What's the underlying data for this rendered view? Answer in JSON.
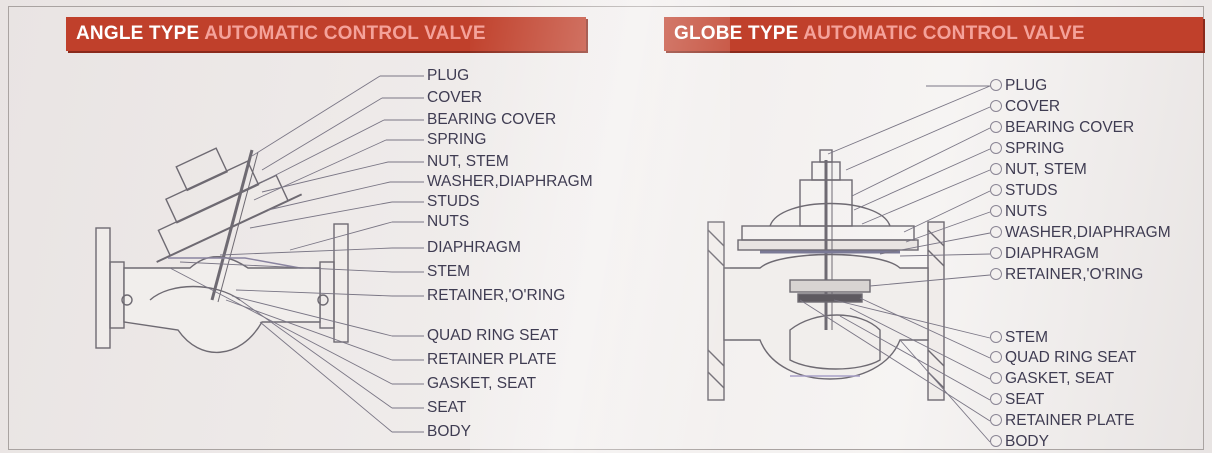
{
  "left": {
    "title_part1": "ANGLE  TYPE ",
    "title_part2": "AUTOMATIC CONTROL VALVE",
    "labels": [
      "PLUG",
      "COVER",
      "BEARING COVER",
      "SPRING",
      "NUT, STEM",
      "WASHER,DIAPHRAGM",
      "STUDS",
      "NUTS",
      "DIAPHRAGM",
      "STEM",
      "RETAINER,'O'RING",
      "QUAD RING SEAT",
      "RETAINER PLATE",
      "GASKET, SEAT",
      "SEAT",
      "BODY"
    ]
  },
  "right": {
    "title_part1": "GLOBE  TYPE ",
    "title_part2": "AUTOMATIC CONTROL VALVE",
    "labels": [
      "PLUG",
      "COVER",
      "BEARING COVER",
      "SPRING",
      "NUT, STEM",
      "STUDS",
      "NUTS",
      "WASHER,DIAPHRAGM",
      "DIAPHRAGM",
      "RETAINER,'O'RING",
      "STEM",
      "QUAD RING SEAT",
      "GASKET, SEAT",
      "SEAT",
      "RETAINER PLATE",
      "BODY"
    ]
  },
  "colors": {
    "banner": "#c0402b",
    "banner_highlight": "#f4a29a",
    "label_text": "#3f3c52",
    "drawing_line": "#6e6a72"
  }
}
